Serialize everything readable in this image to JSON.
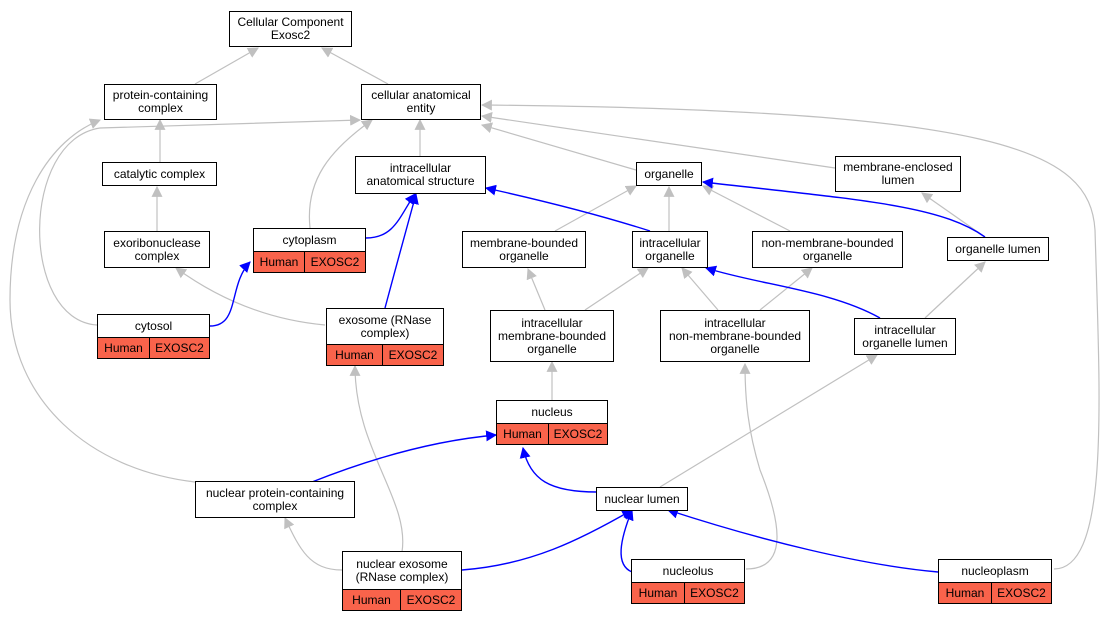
{
  "graph": {
    "highlight_color": "#f9634b",
    "edge_colors": {
      "is_a": "#c0c0c0",
      "part_of": "#0000ff"
    },
    "nodes": {
      "root": {
        "title": "Cellular Component\nExosc2"
      },
      "pcc": {
        "title": "protein-containing\ncomplex"
      },
      "cae": {
        "title": "cellular anatomical\nentity"
      },
      "cat": {
        "title": "catalytic complex"
      },
      "ias": {
        "title": "intracellular\nanatomical structure"
      },
      "org": {
        "title": "organelle"
      },
      "mel": {
        "title": "membrane-enclosed\nlumen"
      },
      "exr": {
        "title": "exoribonuclease\ncomplex"
      },
      "cyt": {
        "title": "cytoplasm",
        "species": "Human",
        "gene": "EXOSC2"
      },
      "mbo": {
        "title": "membrane-bounded\norganelle"
      },
      "io": {
        "title": "intracellular\norganelle"
      },
      "nmbo": {
        "title": "non-membrane-bounded\norganelle"
      },
      "ol": {
        "title": "organelle lumen"
      },
      "cytosol": {
        "title": "cytosol",
        "species": "Human",
        "gene": "EXOSC2"
      },
      "exo": {
        "title": "exosome (RNase\ncomplex)",
        "species": "Human",
        "gene": "EXOSC2"
      },
      "imbo": {
        "title": "intracellular\nmembrane-bounded\norganelle"
      },
      "inmbo": {
        "title": "intracellular\nnon-membrane-bounded\norganelle"
      },
      "iol": {
        "title": "intracellular\norganelle lumen"
      },
      "nuc": {
        "title": "nucleus",
        "species": "Human",
        "gene": "EXOSC2"
      },
      "npcc": {
        "title": "nuclear protein-containing\ncomplex"
      },
      "nl": {
        "title": "nuclear lumen"
      },
      "nexo": {
        "title": "nuclear exosome\n(RNase complex)",
        "species": "Human",
        "gene": "EXOSC2"
      },
      "nol": {
        "title": "nucleolus",
        "species": "Human",
        "gene": "EXOSC2"
      },
      "npl": {
        "title": "nucleoplasm",
        "species": "Human",
        "gene": "EXOSC2"
      }
    }
  }
}
